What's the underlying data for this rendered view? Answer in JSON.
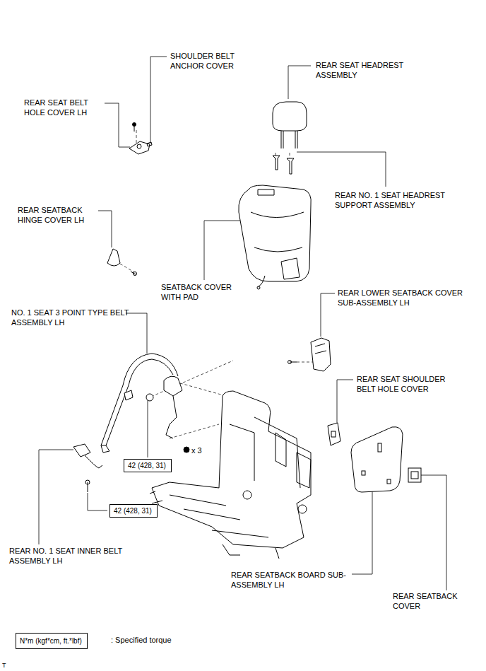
{
  "diagram": {
    "nodes": [
      {
        "text": [
          "42 (428, 31)"
        ]
      },
      {
        "text": [
          "42 (428, 31)"
        ]
      },
      {
        "text": [
          "N*m (kgf*cm, ft.*lbf)"
        ]
      }
    ],
    "labels": [
      "SHOULDER BELT ANCHOR COVER",
      "REAR SEAT BELT HOLE COVER LH",
      "REAR SEAT HEADREST ASSEMBLY",
      "REAR NO. 1 SEAT HEADREST SUPPORT ASSEMBLY",
      "REAR SEATBACK HINGE COVER LH",
      "SEATBACK COVER WITH PAD",
      "REAR LOWER SEATBACK COVER SUB-ASSEMBLY LH",
      "NO. 1 SEAT 3 POINT TYPE BELT ASSEMBLY LH",
      "REAR SEAT SHOULDER BELT HOLE COVER",
      "x 3",
      "REAR NO. 1 SEAT INNER BELT ASSEMBLY LH",
      "REAR SEATBACK BOARD SUB-ASSEMBLY LH",
      "REAR SEATBACK COVER",
      ": Specified torque",
      "T"
    ]
  }
}
